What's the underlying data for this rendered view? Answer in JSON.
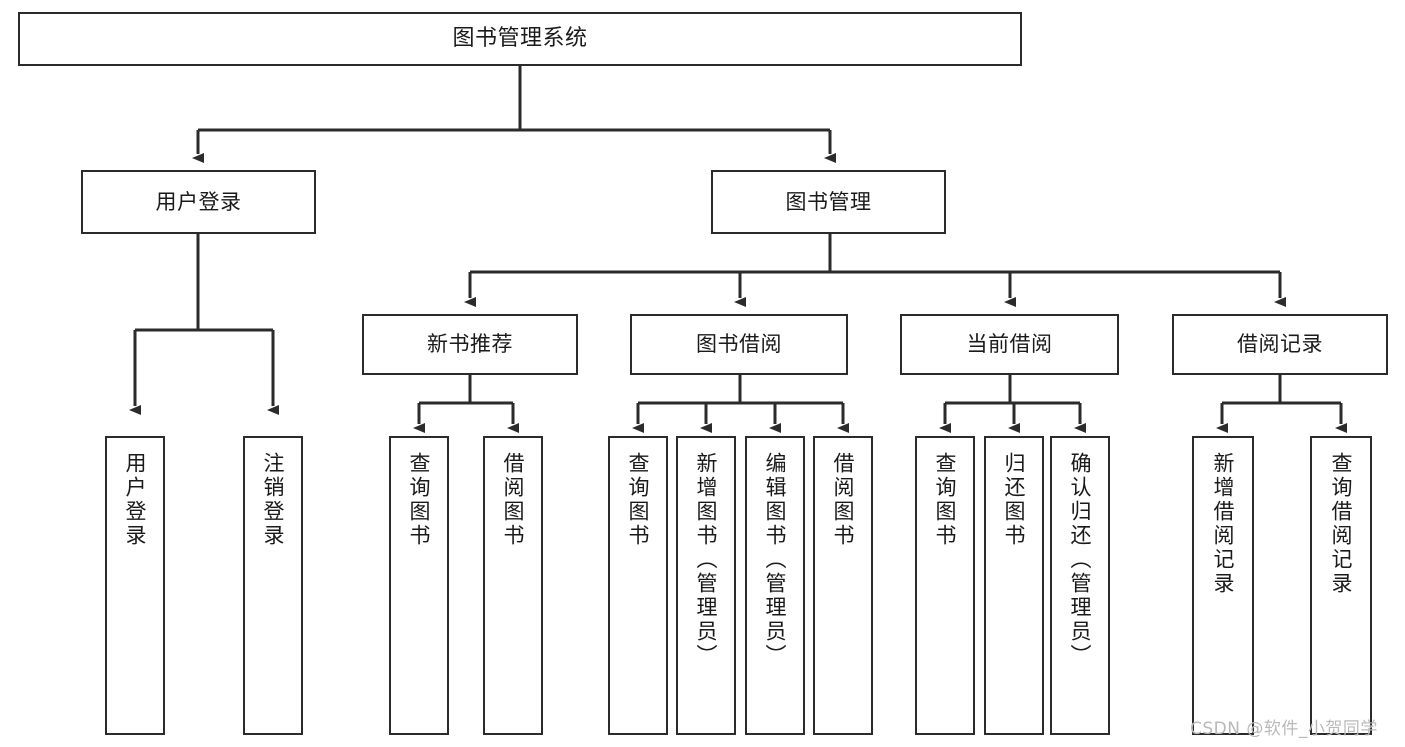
{
  "diagram": {
    "type": "tree",
    "title": "图书管理系统",
    "root": {
      "label": "图书管理系统"
    },
    "tier1": [
      {
        "label": "用户登录"
      },
      {
        "label": "图书管理"
      }
    ],
    "tier2": [
      {
        "label": "新书推荐"
      },
      {
        "label": "图书借阅"
      },
      {
        "label": "当前借阅"
      },
      {
        "label": "借阅记录"
      }
    ],
    "leaves": {
      "user_login": [
        {
          "label": "用户登录"
        },
        {
          "label": "注销登录"
        }
      ],
      "new_book_recommend": [
        {
          "label": "查询图书"
        },
        {
          "label": "借阅图书"
        }
      ],
      "book_borrow": [
        {
          "label": "查询图书"
        },
        {
          "label": "新增图书（管理员）"
        },
        {
          "label": "编辑图书（管理员）"
        },
        {
          "label": "借阅图书"
        }
      ],
      "current_borrow": [
        {
          "label": "查询图书"
        },
        {
          "label": "归还图书"
        },
        {
          "label": "确认归还（管理员）"
        }
      ],
      "borrow_record": [
        {
          "label": "新增借阅记录"
        },
        {
          "label": "查询借阅记录"
        }
      ]
    }
  },
  "watermark": {
    "text": "CSDN @软件_小贺同学"
  },
  "colors": {
    "border": "#2b2b2b",
    "text": "#1a1a1a",
    "background": "#ffffff",
    "watermark": "#b9b9b9"
  }
}
